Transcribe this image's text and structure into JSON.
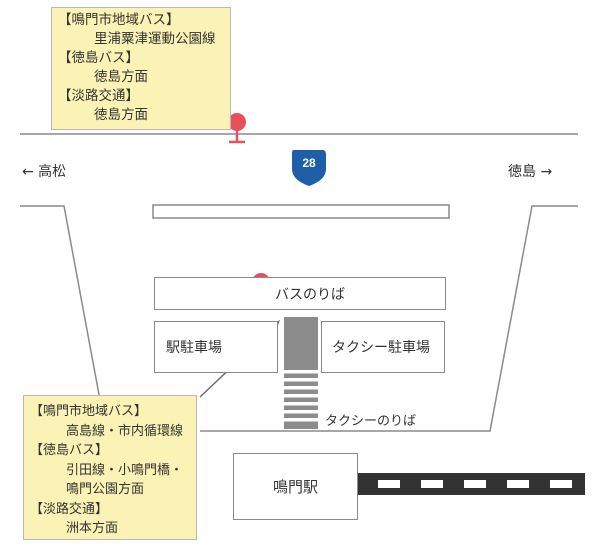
{
  "directions": {
    "left": "← 高松",
    "right": "徳島 →"
  },
  "route_shield": "28",
  "stop_top": {
    "lines": [
      {
        "text": "【鳴門市地域バス】",
        "indent": false
      },
      {
        "text": "里浦粟津運動公園線",
        "indent": true
      },
      {
        "text": "【徳島バス】",
        "indent": false
      },
      {
        "text": "徳島方面",
        "indent": true
      },
      {
        "text": "【淡路交通】",
        "indent": false
      },
      {
        "text": "徳島方面",
        "indent": true
      }
    ]
  },
  "stop_bottom": {
    "lines": [
      {
        "text": "【鳴門市地域バス】",
        "indent": false
      },
      {
        "text": "高島線・市内循環線",
        "indent": true
      },
      {
        "text": "【徳島バス】",
        "indent": false
      },
      {
        "text": "引田線・小鳴門橋・",
        "indent": true
      },
      {
        "text": "鳴門公園方面",
        "indent": true
      },
      {
        "text": "【淡路交通】",
        "indent": false
      },
      {
        "text": "洲本方面",
        "indent": true
      }
    ]
  },
  "labels": {
    "bus_terminal": "バスのりば",
    "station_parking": "駅駐車場",
    "taxi_parking": "タクシー駐車場",
    "taxi_stand": "タクシーのりば",
    "station": "鳴門駅"
  },
  "colors": {
    "pin": "#e8505b",
    "shield": "#1f5fa8",
    "infobox_bg": "#fbf3b5",
    "road": "#8a8a8a",
    "rail": "#333333"
  }
}
